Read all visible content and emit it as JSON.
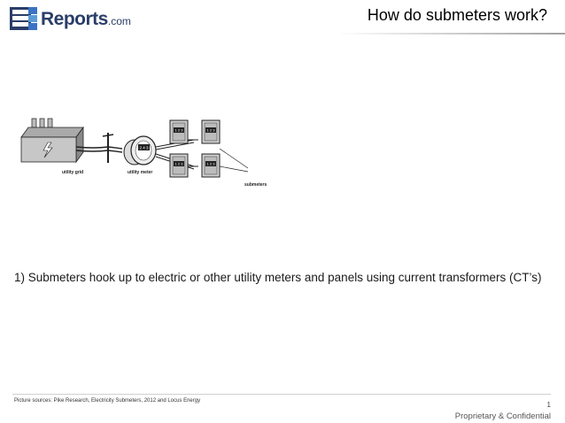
{
  "header": {
    "logo_wordmark": "Reports",
    "logo_suffix": ".com",
    "title": "How do submeters work?"
  },
  "diagram": {
    "labels": {
      "utility_grid": "utility grid",
      "utility_meter": "utility meter",
      "submeters": "submeters"
    },
    "meter_readouts": [
      "1 2 3",
      "1 2 3",
      "1 2 3",
      "1 2 3",
      "2 4 3"
    ]
  },
  "body": {
    "point_1": "1) Submeters hook up to electric or other utility meters and panels using current transformers (CT’s)"
  },
  "footer": {
    "source": "Picture sources: Pike Research, Electricity Submeters, 2012 and Locus Energy",
    "page_number": "1",
    "confidential": "Proprietary & Confidential"
  },
  "colors": {
    "logo_navy": "#2a3d68",
    "logo_blue": "#3a73c4",
    "logo_accent": "#5b9bd5"
  }
}
